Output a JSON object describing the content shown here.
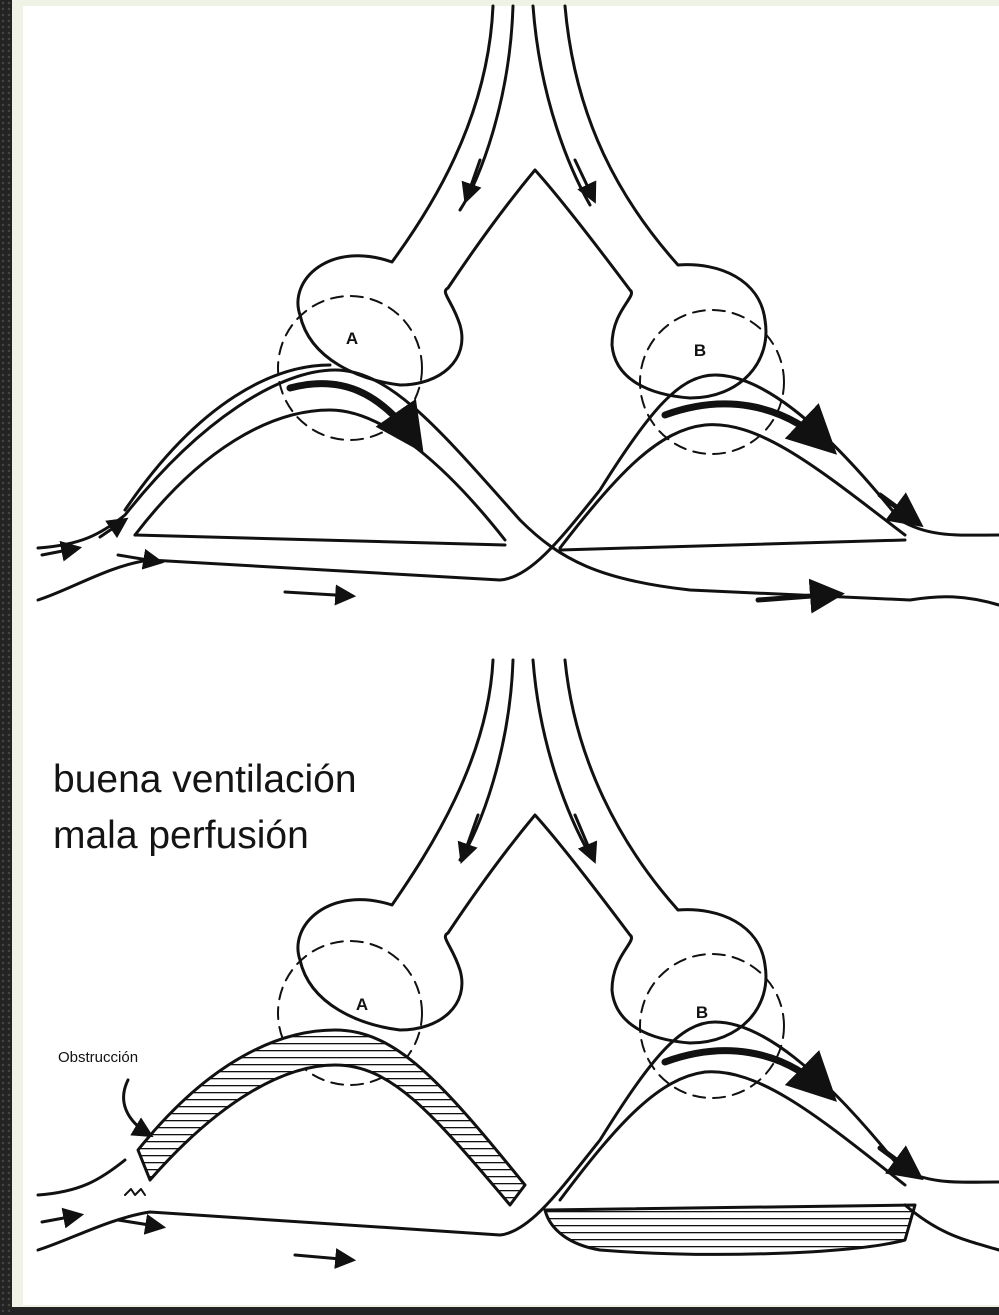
{
  "diagram": {
    "top_panel": {
      "alveolus_left_label": "A",
      "alveolus_right_label": "B"
    },
    "bottom_panel": {
      "caption_line1": "buena ventilación",
      "caption_line2": "mala perfusión",
      "alveolus_left_label": "A",
      "alveolus_right_label": "B",
      "obstruction_label": "Obstrucción"
    }
  }
}
